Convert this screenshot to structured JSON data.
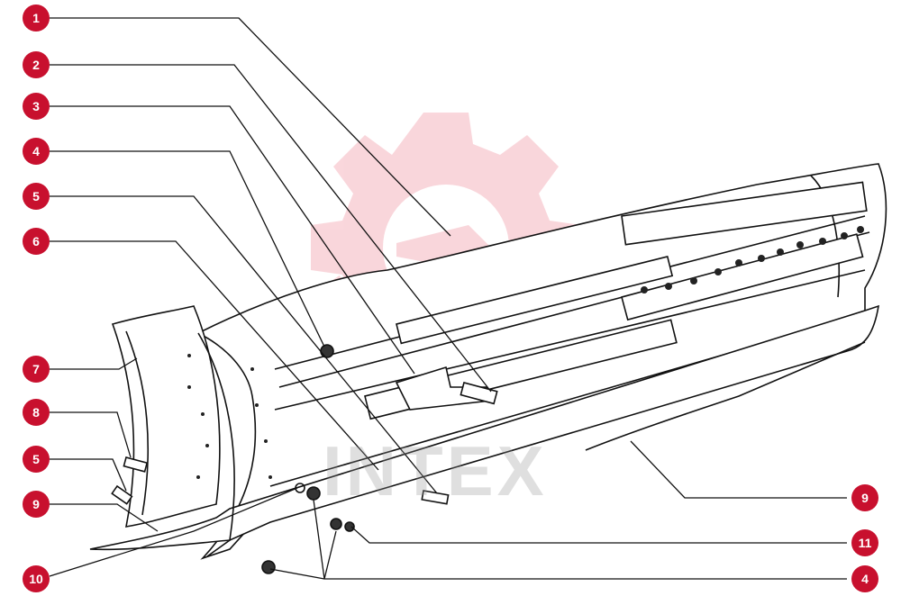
{
  "diagram": {
    "watermark": "INTEX",
    "colors": {
      "callout": "#c8102e",
      "line": "#111111",
      "watermark": "#e84a5f"
    },
    "callouts": [
      {
        "id": "c1",
        "label": "1"
      },
      {
        "id": "c2",
        "label": "2"
      },
      {
        "id": "c3",
        "label": "3"
      },
      {
        "id": "c4a",
        "label": "4"
      },
      {
        "id": "c5a",
        "label": "5"
      },
      {
        "id": "c6",
        "label": "6"
      },
      {
        "id": "c7",
        "label": "7"
      },
      {
        "id": "c8",
        "label": "8"
      },
      {
        "id": "c5b",
        "label": "5"
      },
      {
        "id": "c9a",
        "label": "9"
      },
      {
        "id": "c10",
        "label": "10"
      },
      {
        "id": "c9b",
        "label": "9"
      },
      {
        "id": "c11",
        "label": "11"
      },
      {
        "id": "c4b",
        "label": "4"
      }
    ]
  }
}
